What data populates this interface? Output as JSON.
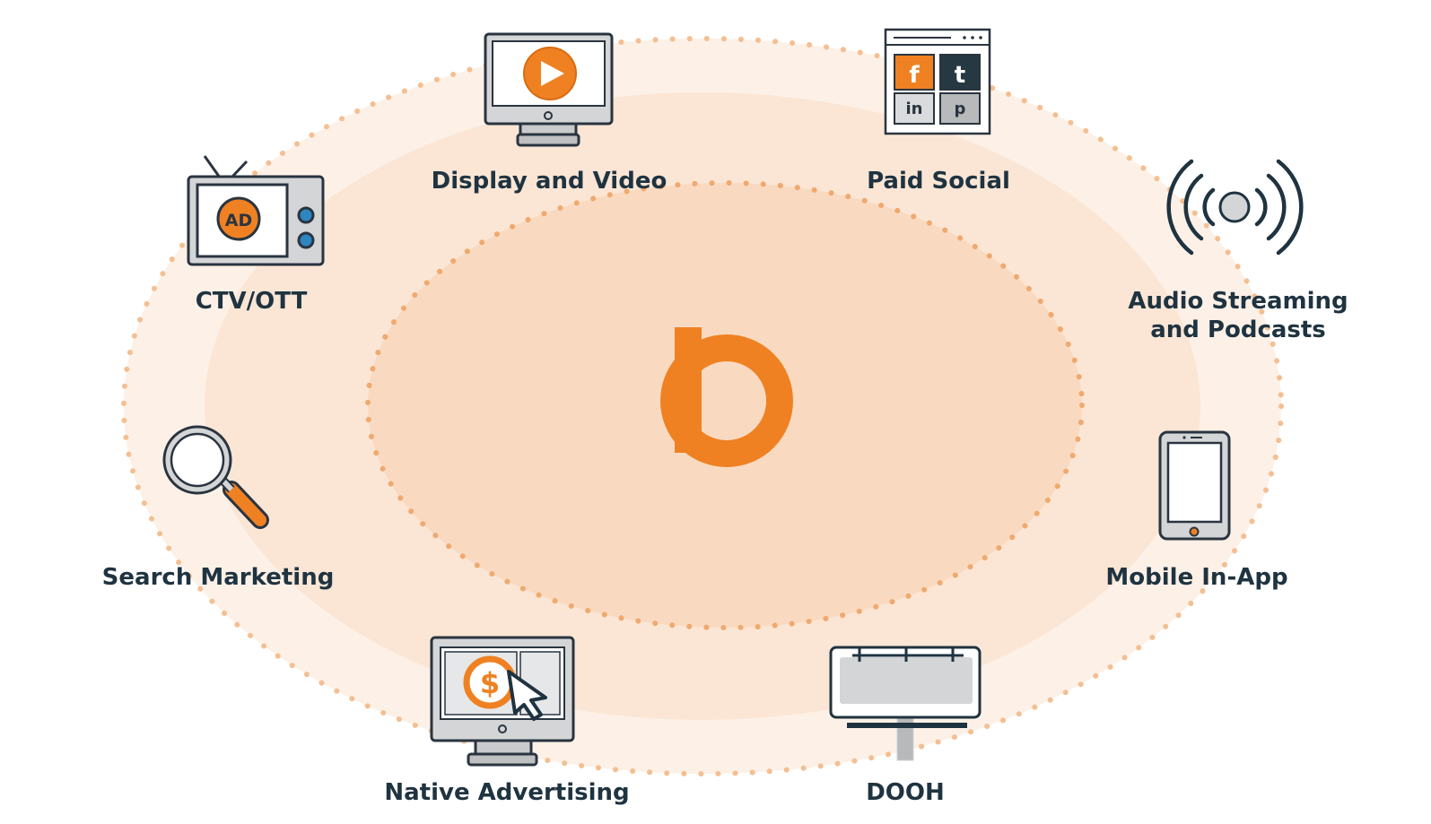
{
  "colors": {
    "accent": "#ef8122",
    "outer_ring": "#fdeee2",
    "middle_ring": "#fbe3d0",
    "inner_ring": "#f9d7bc",
    "dots": "#f3b98a",
    "dark": "#1f3340",
    "device_gray": "#d4d5d6",
    "outline": "#2a3440"
  },
  "center_logo": {
    "letter": "b",
    "icon": "brand-b-logo"
  },
  "channels": {
    "display_video": {
      "label": "Display and Video",
      "icon": "monitor-play-icon"
    },
    "paid_social": {
      "label": "Paid Social",
      "icon": "social-grid-icon",
      "tiles": {
        "f": "f",
        "t": "t",
        "in": "in",
        "p": "p"
      }
    },
    "ctv_ott": {
      "label": "CTV/OTT",
      "icon": "tv-ad-icon",
      "badge": "AD"
    },
    "audio": {
      "label_line1": "Audio Streaming",
      "label_line2": "and Podcasts",
      "icon": "broadcast-icon"
    },
    "search": {
      "label": "Search Marketing",
      "icon": "magnifier-icon"
    },
    "mobile": {
      "label": "Mobile In-App",
      "icon": "tablet-icon"
    },
    "native": {
      "label": "Native Advertising",
      "icon": "monitor-dollar-cursor-icon",
      "symbol": "$"
    },
    "dooh": {
      "label": "DOOH",
      "icon": "billboard-icon"
    }
  }
}
